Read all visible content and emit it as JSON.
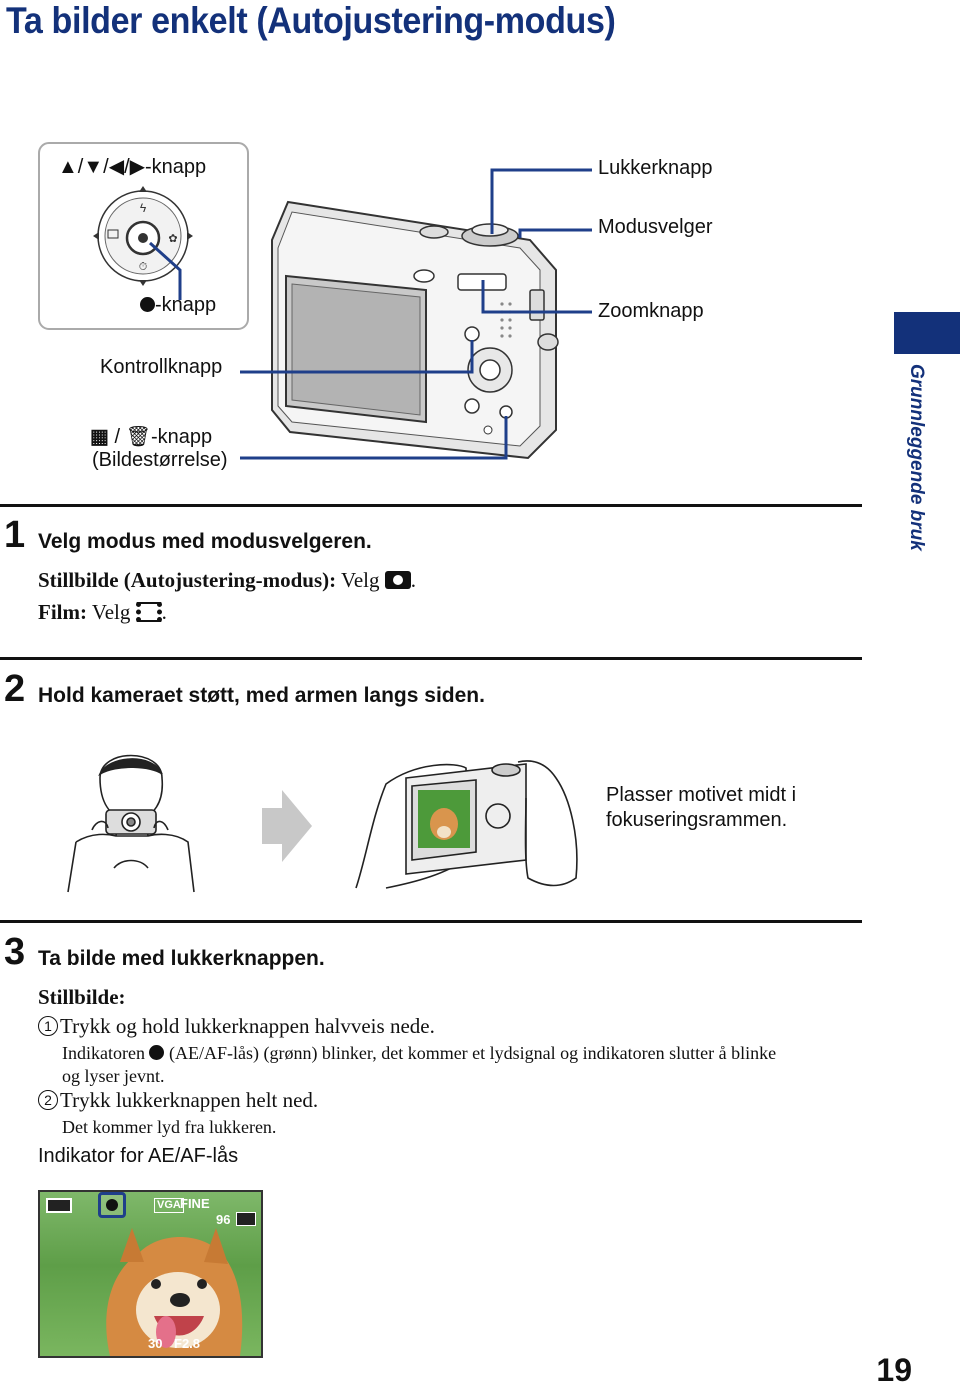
{
  "title": "Ta bilder enkelt (Autojustering-modus)",
  "side_tab": "Grunnleggende bruk",
  "diagram": {
    "arrow_button_label": "▲/▼/◀/▶-knapp",
    "center_button_label": "-knapp",
    "control_button": "Kontrollknapp",
    "image_size_button": "-knapp",
    "image_size_sub": "(Bildestørrelse)",
    "shutter_button": "Lukkerknapp",
    "mode_dial": "Modusvelger",
    "zoom_button": "Zoomknapp"
  },
  "step1": {
    "number": "1",
    "heading": "Velg modus med modusvelgeren.",
    "line1_bold": "Stillbilde (Autojustering-modus):",
    "line1_rest": " Velg ",
    "line1_end": ".",
    "line2_bold": "Film:",
    "line2_rest": " Velg ",
    "line2_end": "."
  },
  "step2": {
    "number": "2",
    "heading": "Hold kameraet støtt, med armen langs siden.",
    "caption_line1": "Plasser motivet midt i",
    "caption_line2": "fokuseringsrammen."
  },
  "step3": {
    "number": "3",
    "heading": "Ta bilde med lukkerknappen.",
    "still_label": "Stillbilde:",
    "item1_num": "1",
    "item1": "Trykk og hold lukkerknappen halvveis nede.",
    "item1_note_a": "Indikatoren ",
    "item1_note_b": " (AE/AF-lås) (grønn) blinker, det kommer et lydsignal og indikatoren slutter å blinke",
    "item1_note_c": "og lyser jevnt.",
    "item2_num": "2",
    "item2": "Trykk lukkerknappen helt ned.",
    "item2_note": "Det kommer lyd fra lukkeren.",
    "indicator_label": "Indikator for AE/AF-lås"
  },
  "lcd": {
    "size": "VGA",
    "quality": "FINE",
    "shots": "96",
    "shutter": "30",
    "aperture": "F2.8"
  },
  "page_number": "19",
  "colors": {
    "accent": "#13317a",
    "diagram_line": "#1f3f8a"
  }
}
